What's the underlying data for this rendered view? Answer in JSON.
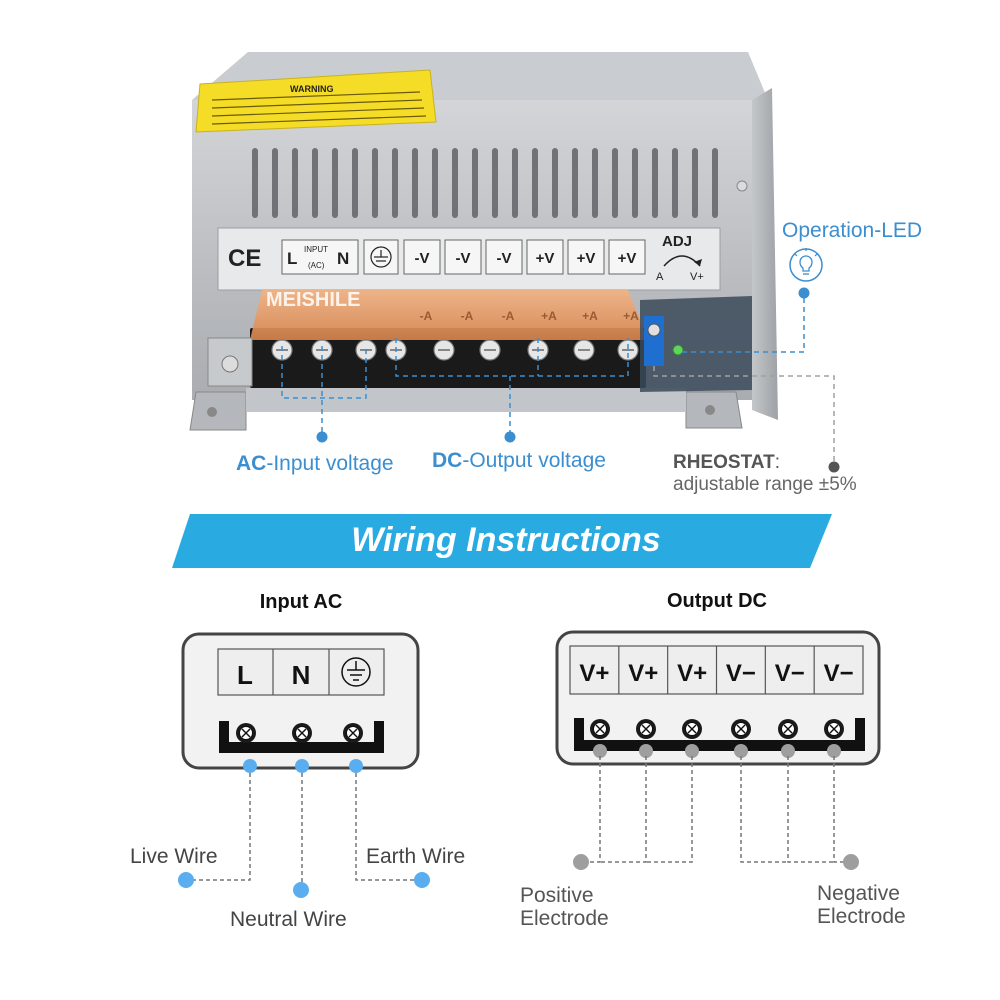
{
  "photo": {
    "warning_label": "WARNING",
    "ce_mark": "CE",
    "terminal_labels": [
      "L",
      "INPUT",
      "(AC)",
      "N",
      "-V",
      "-V",
      "-V",
      "+V",
      "+V",
      "+V"
    ],
    "adj_label": "ADJ",
    "adj_a": "A",
    "adj_vplus": "V+",
    "watermark": "MEISHILE",
    "cover_labels": [
      "-A",
      "-A",
      "-A",
      "+A",
      "+A",
      "+A"
    ]
  },
  "callouts": {
    "operation_led": "Operation-LED",
    "ac_prefix": "AC",
    "ac_suffix": "-Input voltage",
    "dc_prefix": "DC",
    "dc_suffix": "-Output voltage",
    "rheostat_title": "RHEOSTAT",
    "rheostat_colon": ":",
    "rheostat_range": "adjustable range ±5%"
  },
  "banner": {
    "title": "Wiring Instructions"
  },
  "input_ac": {
    "heading": "Input AC",
    "terminals": [
      "L",
      "N"
    ],
    "wires": {
      "live": "Live Wire",
      "neutral": "Neutral Wire",
      "earth": "Earth Wire"
    }
  },
  "output_dc": {
    "heading": "Output DC",
    "terminals": [
      "V+",
      "V+",
      "V+",
      "V−",
      "V−",
      "V−"
    ],
    "positive_line1": "Positive",
    "positive_line2": "Electrode",
    "negative_line1": "Negative",
    "negative_line2": "Electrode"
  },
  "colors": {
    "accent_blue": "#4a9fd8",
    "callout_blue": "#3b8ed0",
    "banner_blue": "#29abe2",
    "gray_dot": "#9e9e9e",
    "metal": "#b9bcc0"
  }
}
